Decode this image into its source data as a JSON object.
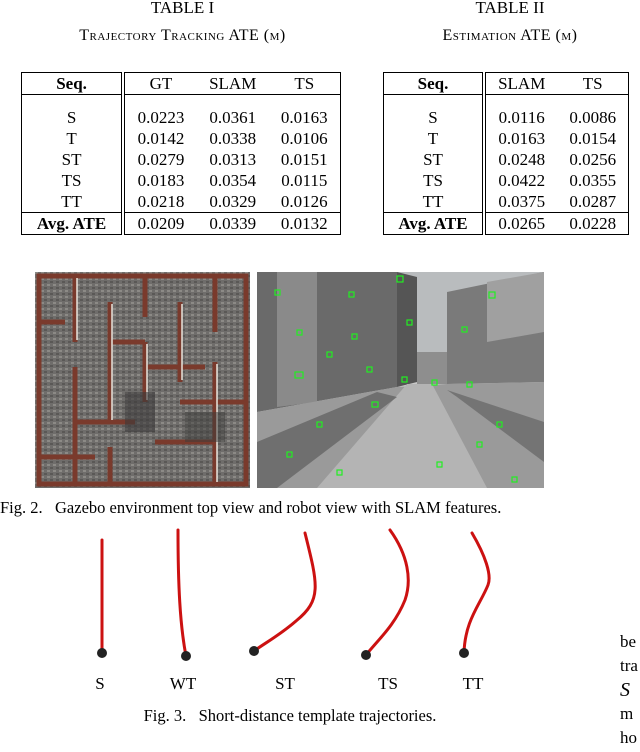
{
  "table1": {
    "number": "TABLE I",
    "caption": "Trajectory Tracking ATE (m)",
    "headers": [
      "Seq.",
      "GT",
      "SLAM",
      "TS"
    ],
    "rows": [
      [
        "S",
        "0.0223",
        "0.0361",
        "0.0163"
      ],
      [
        "T",
        "0.0142",
        "0.0338",
        "0.0106"
      ],
      [
        "ST",
        "0.0279",
        "0.0313",
        "0.0151"
      ],
      [
        "TS",
        "0.0183",
        "0.0354",
        "0.0115"
      ],
      [
        "TT",
        "0.0218",
        "0.0329",
        "0.0126"
      ]
    ],
    "avg": [
      "Avg. ATE",
      "0.0209",
      "0.0339",
      "0.0132"
    ]
  },
  "table2": {
    "number": "TABLE II",
    "caption": "Estimation ATE (m)",
    "headers": [
      "Seq.",
      "SLAM",
      "TS"
    ],
    "rows": [
      [
        "S",
        "0.0116",
        "0.0086"
      ],
      [
        "T",
        "0.0163",
        "0.0154"
      ],
      [
        "ST",
        "0.0248",
        "0.0256"
      ],
      [
        "TS",
        "0.0422",
        "0.0355"
      ],
      [
        "TT",
        "0.0375",
        "0.0287"
      ]
    ],
    "avg": [
      "Avg. ATE",
      "0.0265",
      "0.0228"
    ]
  },
  "fig2": {
    "caption": "Fig. 2.   Gazebo environment top view and robot view with SLAM features."
  },
  "fig3": {
    "labels": [
      "S",
      "WT",
      "ST",
      "TS",
      "TT"
    ],
    "caption": "Fig. 3.   Short-distance template trajectories."
  },
  "right_fragments": [
    "be",
    "tra",
    "S",
    "m",
    "ho"
  ],
  "colors": {
    "trajectory": "#cc1111",
    "feature": "#22ee22",
    "wall": "#7a3a2c"
  }
}
